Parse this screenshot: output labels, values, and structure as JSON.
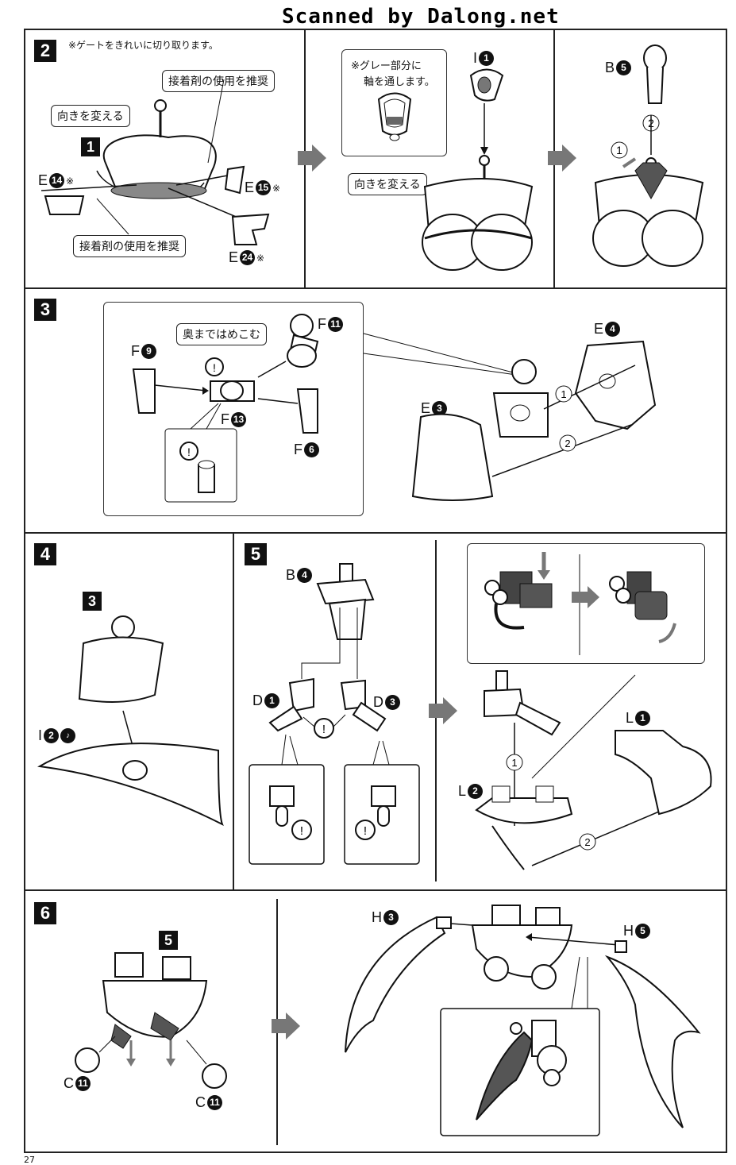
{
  "watermark": "Scanned by Dalong.net",
  "steps": {
    "s2": "2",
    "s3": "3",
    "s4": "4",
    "s5": "5",
    "s6": "6"
  },
  "substeps": {
    "a": "1",
    "b": "3",
    "c": "5"
  },
  "notes": {
    "gate": "※ゲートをきれいに切り取ります。",
    "gray_line1": "※グレー部分に",
    "gray_line2": "軸を通します。"
  },
  "callouts": {
    "glue_top": "接着剤の使用を推奨",
    "turn_1": "向きを変える",
    "glue_bottom": "接着剤の使用を推奨",
    "turn_2": "向きを変える",
    "push_in": "奥まではめこむ"
  },
  "labels": {
    "E14": {
      "letter": "E",
      "num": "14",
      "mark": "※"
    },
    "E15": {
      "letter": "E",
      "num": "15",
      "mark": "※"
    },
    "E24": {
      "letter": "E",
      "num": "24",
      "mark": "※"
    },
    "I1": {
      "letter": "I",
      "num": "1"
    },
    "B5": {
      "letter": "B",
      "num": "5"
    },
    "F11": {
      "letter": "F",
      "num": "11"
    },
    "F9": {
      "letter": "F",
      "num": "9"
    },
    "F13": {
      "letter": "F",
      "num": "13"
    },
    "F6": {
      "letter": "F",
      "num": "6"
    },
    "E4": {
      "letter": "E",
      "num": "4"
    },
    "E3": {
      "letter": "E",
      "num": "3"
    },
    "I2": {
      "letter": "I",
      "num": "2"
    },
    "B4": {
      "letter": "B",
      "num": "4"
    },
    "D1": {
      "letter": "D",
      "num": "1"
    },
    "D3": {
      "letter": "D",
      "num": "3"
    },
    "L1": {
      "letter": "L",
      "num": "1"
    },
    "L2": {
      "letter": "L",
      "num": "2"
    },
    "H3": {
      "letter": "H",
      "num": "3"
    },
    "H5": {
      "letter": "H",
      "num": "5"
    },
    "C11a": {
      "letter": "C",
      "num": "11"
    },
    "C11b": {
      "letter": "C",
      "num": "11"
    }
  },
  "order_marks": [
    "1",
    "2"
  ],
  "page_number": "27",
  "colors": {
    "ink": "#111111",
    "part_gray": "#555555",
    "arrow_gray": "#777777"
  }
}
